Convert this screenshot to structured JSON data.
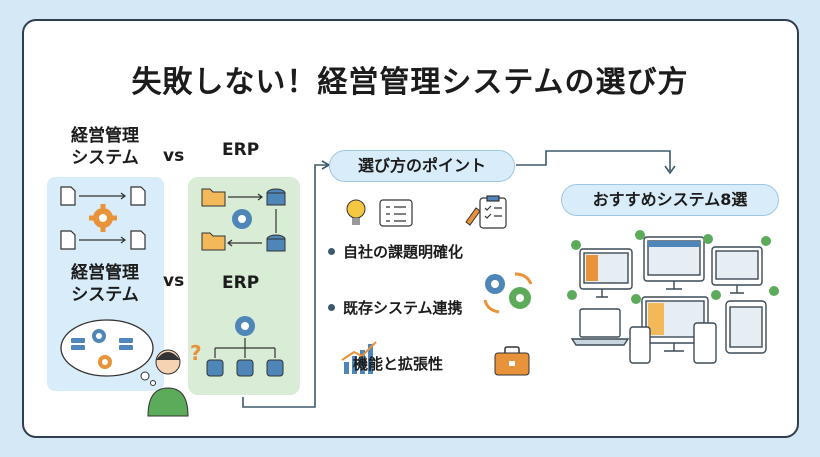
{
  "title": "失敗しない！経営管理システムの選び方",
  "compare_top": {
    "left": "経営管理\nシステム",
    "vs": "vs",
    "right": "ERP"
  },
  "compare_mid": {
    "left": "経営管理\nシステム",
    "vs": "vs",
    "right": "ERP"
  },
  "points_header": "選び方のポイント",
  "points": [
    {
      "label": "自社の課題明確化"
    },
    {
      "label": "既存システム連携"
    },
    {
      "label": "機能と拡張性"
    }
  ],
  "recommend_header": "おすすめシステム8選",
  "icons": {
    "points_top": [
      "lightbulb-icon",
      "checklist-icon",
      "pencil-icon",
      "clipboard-icon"
    ],
    "points_mid": [
      "gears-sync-icon"
    ],
    "points_bottom": [
      "growth-chart-icon",
      "toolbox-icon"
    ],
    "devices": [
      "monitor-icon",
      "laptop-icon",
      "tablet-icon",
      "smartphone-icon",
      "check-badge-icon"
    ]
  },
  "colors": {
    "background": "#d4e9f5",
    "blue_panel": "#d9ecf9",
    "green_panel": "#d8ecd6",
    "gear_orange": "#e8923a",
    "gear_blue": "#4f86b8",
    "gear_green": "#5bab5a",
    "connector": "#3d5a6c"
  }
}
